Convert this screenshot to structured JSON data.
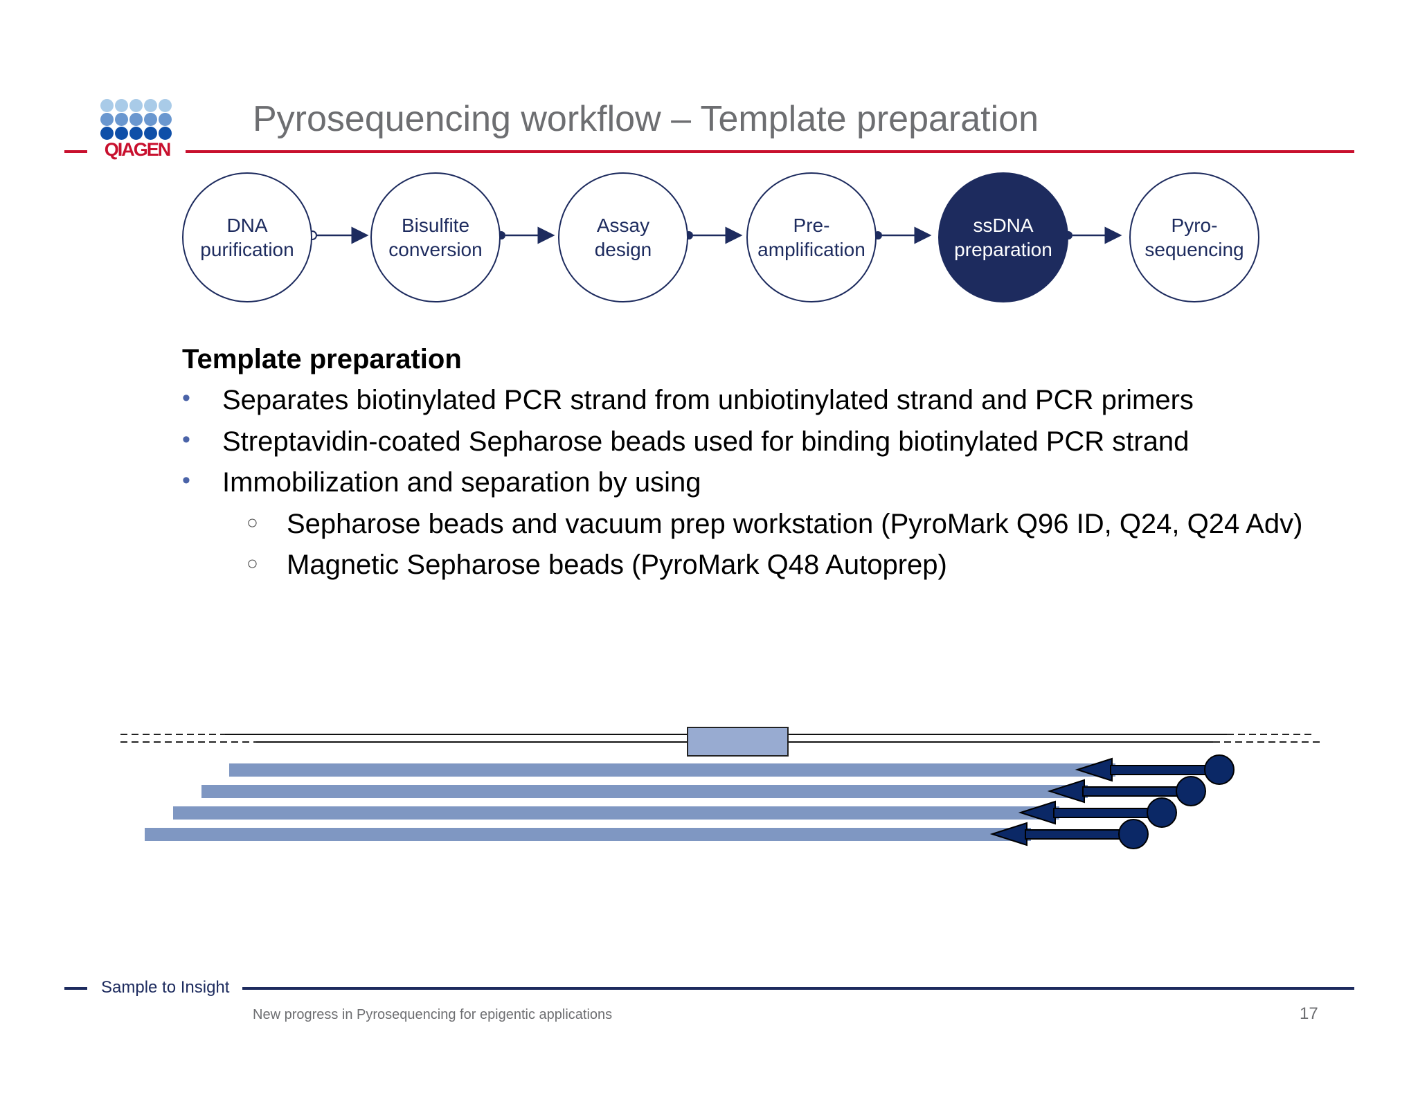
{
  "logo": {
    "text": "QIAGEN",
    "colors": {
      "light": "#a9cbe8",
      "mid": "#6a97cf",
      "dark": "#0f4fa8",
      "brand": "#c8102e"
    }
  },
  "title": "Pyrosequencing workflow – Template preparation",
  "workflow": {
    "steps": [
      {
        "line1": "DNA",
        "line2": "purification",
        "active": false
      },
      {
        "line1": "Bisulfite",
        "line2": "conversion",
        "active": false
      },
      {
        "line1": "Assay",
        "line2": "design",
        "active": false
      },
      {
        "line1": "Pre-",
        "line2": "amplification",
        "active": false
      },
      {
        "line1": "ssDNA",
        "line2": "preparation",
        "active": true
      },
      {
        "line1": "Pyro-",
        "line2": "sequencing",
        "active": false
      }
    ],
    "color": "#1d2b5e"
  },
  "content": {
    "heading": "Template preparation",
    "bullets": [
      "Separates biotinylated PCR strand from unbiotinylated strand and PCR primers",
      "Streptavidin-coated Sepharose beads used for binding biotinylated PCR strand",
      "Immobilization and separation by using"
    ],
    "sub_bullets": [
      "Sepharose beads and vacuum prep workstation (PyroMark Q96 ID, Q24, Q24 Adv)",
      "Magnetic Sepharose beads (PyroMark Q48 Autoprep)"
    ]
  },
  "diagram": {
    "strand_color": "#7f97c2",
    "target_color": "#98abd1",
    "bead_color": "#0b2866"
  },
  "footer": {
    "tagline": "Sample to Insight",
    "text": "New progress in Pyrosequencing for epigentic applications",
    "page": "17"
  }
}
